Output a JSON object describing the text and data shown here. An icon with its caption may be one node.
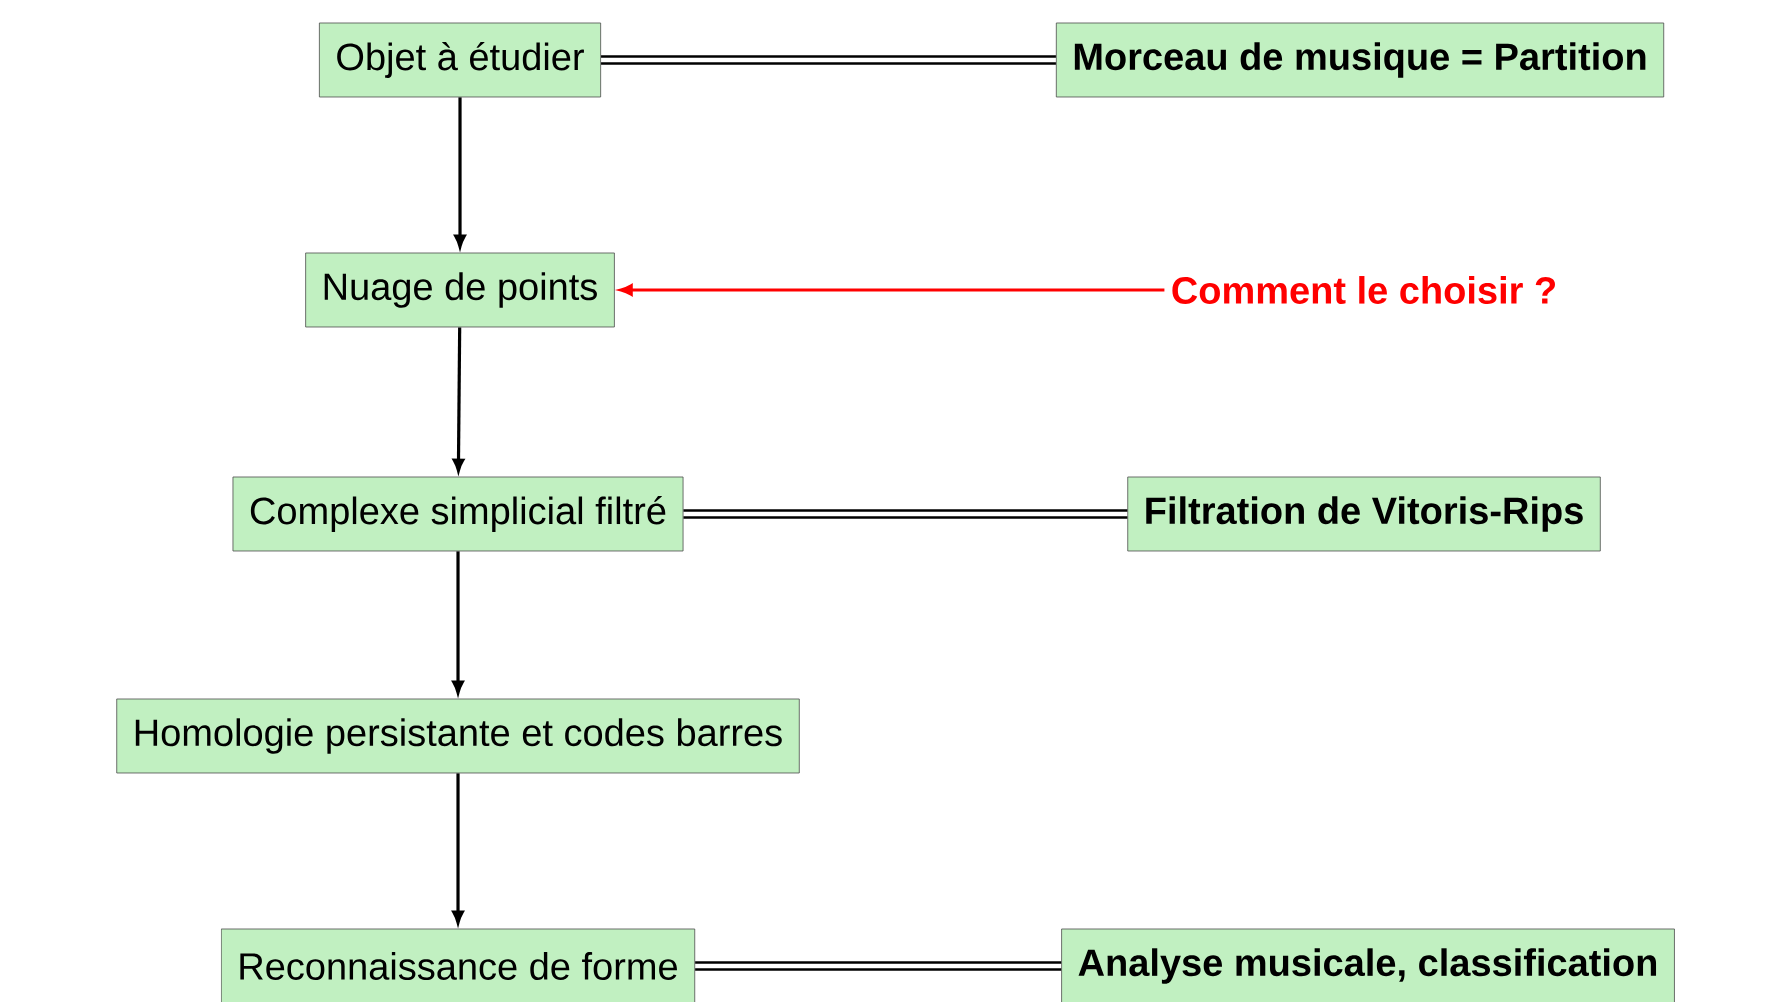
{
  "diagram": {
    "nodes": [
      {
        "text": [
          "Objet à étudier"
        ]
      },
      {
        "text": [
          "Morceau de musique = Partition"
        ]
      },
      {
        "text": [
          "Nuage de points"
        ]
      },
      {
        "text": [
          "Comment le choisir ?"
        ]
      },
      {
        "text": [
          "Complexe simplicial filtré"
        ]
      },
      {
        "text": [
          "Filtration de Vitoris-Rips"
        ]
      },
      {
        "text": [
          "Homologie persistante et codes barres"
        ]
      },
      {
        "text": [
          "Reconnaissance de forme"
        ]
      },
      {
        "text": [
          "Analyse musicale, classification"
        ]
      }
    ],
    "edges": [
      {
        "from": 0,
        "to": 1,
        "arrow": "none",
        "style": "thick"
      },
      {
        "from": 0,
        "to": 2,
        "arrow": "to"
      },
      {
        "from": 3,
        "to": 2,
        "arrow": "to",
        "color": "#ff0000"
      },
      {
        "from": 2,
        "to": 4,
        "arrow": "to"
      },
      {
        "from": 4,
        "to": 5,
        "arrow": "none",
        "style": "thick"
      },
      {
        "from": 4,
        "to": 6,
        "arrow": "to"
      },
      {
        "from": 6,
        "to": 7,
        "arrow": "to"
      },
      {
        "from": 7,
        "to": 8,
        "arrow": "none",
        "style": "thick"
      }
    ]
  }
}
